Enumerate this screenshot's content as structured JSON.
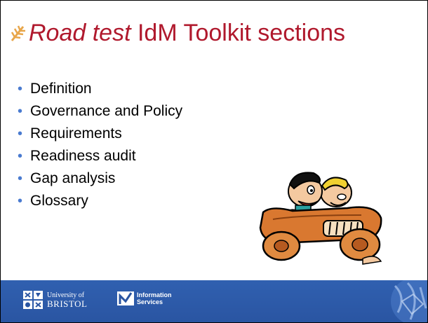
{
  "slide": {
    "title_italic": "Road test",
    "title_rest": " IdM Toolkit sections",
    "bullets": [
      "Definition",
      "Governance and Policy",
      "Requirements",
      "Readiness audit",
      "Gap analysis",
      "Glossary"
    ],
    "bullet_glyph": "•"
  },
  "footer": {
    "university_line1": "University of",
    "university_line2": "BRISTOL",
    "is_line1": "Information",
    "is_line2": "Services"
  },
  "colors": {
    "title": "#b0192d",
    "bullet": "#4a7bd0",
    "footer_bg": "#2f5eae",
    "title_mark": "#e8a64a"
  }
}
